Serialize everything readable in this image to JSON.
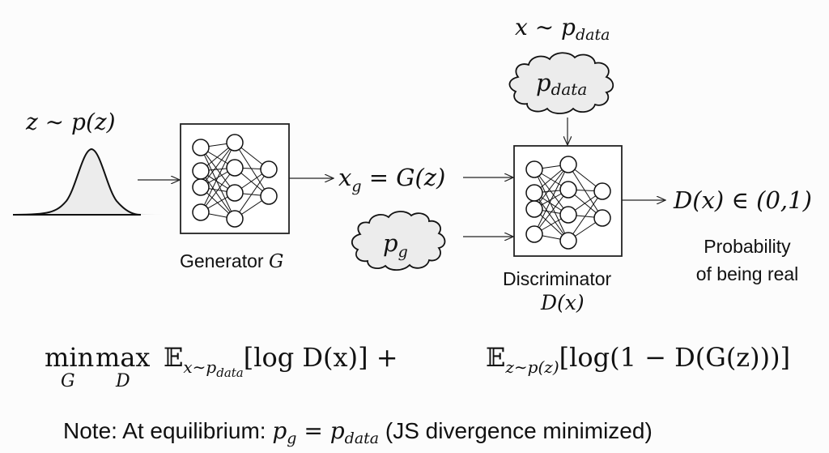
{
  "prior": {
    "label": "z ∼ p(z)",
    "var": "z",
    "dist": "p(z)"
  },
  "generator": {
    "label": "Generator",
    "symbol": "G",
    "layers": [
      4,
      4,
      2
    ]
  },
  "generated_sample": {
    "lhs": "x",
    "lhs_sub": "g",
    "rhs": "= G(z)"
  },
  "pg_cloud": {
    "label": "p",
    "sub": "g"
  },
  "real_sample": {
    "label": "x ∼ p",
    "sub": "data"
  },
  "pdata_cloud": {
    "label": "p",
    "sub": "data"
  },
  "discriminator": {
    "label": "Discriminator",
    "symbol": "D(x)",
    "layers": [
      4,
      4,
      2
    ]
  },
  "output": {
    "label": "D(x) ∈ (0,1)",
    "desc_line1": "Probability",
    "desc_line2": "of being real"
  },
  "objective": {
    "min": "min",
    "min_sub": "G",
    "max": "max",
    "max_sub": "D",
    "E1": "𝔼",
    "E1_sub": "x∼p",
    "E1_subsub": "data",
    "term1": "[log D(x)] +",
    "E2": "𝔼",
    "E2_sub": "z∼p(z)",
    "term2": "[log(1 − D(G(z)))]"
  },
  "note": {
    "prefix": "Note: At equilibrium: ",
    "p1": "p",
    "p1_sub": "g",
    "eq": " = ",
    "p2": "p",
    "p2_sub": "data",
    "suffix": " (JS divergence minimized)"
  },
  "colors": {
    "stroke": "#111111",
    "fill_light": "#ececec",
    "background": "#fcfcfc"
  }
}
